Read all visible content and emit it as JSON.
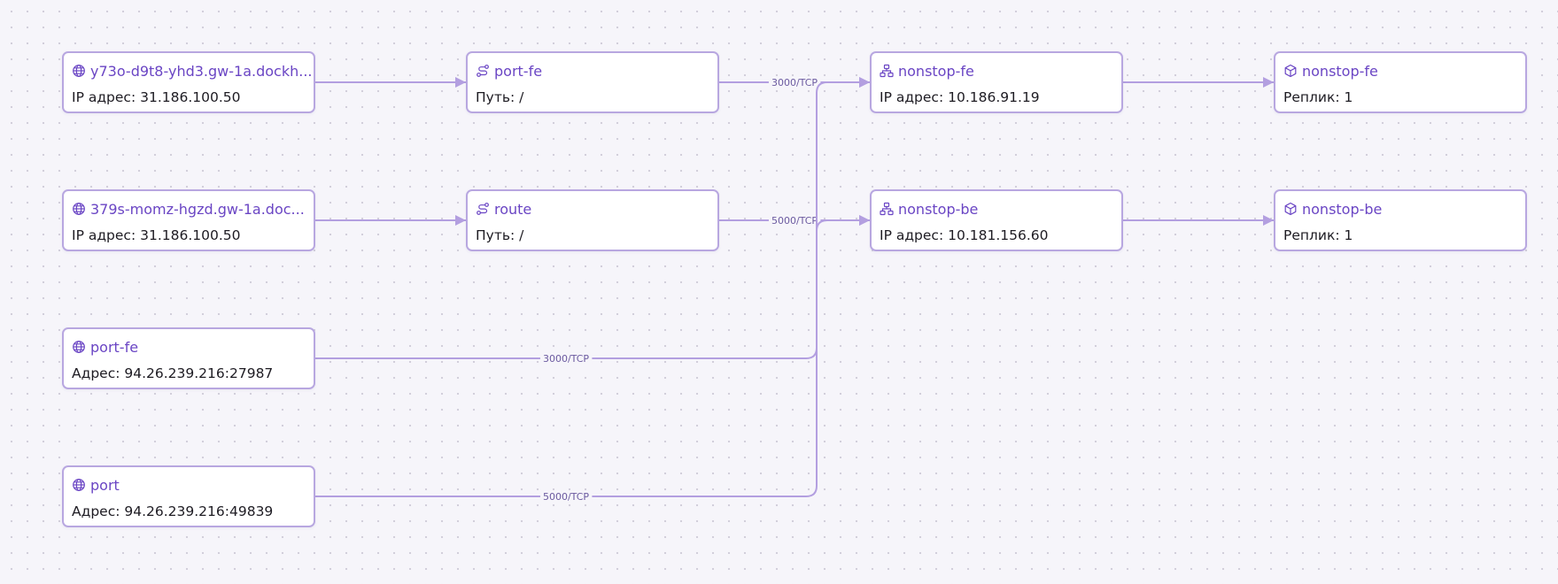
{
  "colors": {
    "accent": "#6a45c4",
    "edge": "#b39fe0",
    "node_border": "#b8a7e0",
    "background": "#f6f5fa"
  },
  "nodes": {
    "ingress1": {
      "icon": "globe-icon",
      "title": "y73o-d9t8-yhd3.gw-1a.dockh...",
      "subtitle": "IP адрес: 31.186.100.50"
    },
    "ingress2": {
      "icon": "globe-icon",
      "title": "379s-momz-hgzd.gw-1a.doc...",
      "subtitle": "IP адрес: 31.186.100.50"
    },
    "tcp1": {
      "icon": "globe-icon",
      "title": "port-fe",
      "subtitle": "Адрес: 94.26.239.216:27987"
    },
    "tcp2": {
      "icon": "globe-icon",
      "title": "port",
      "subtitle": "Адрес: 94.26.239.216:49839"
    },
    "route1": {
      "icon": "route-icon",
      "title": "port-fe",
      "subtitle": "Путь: /"
    },
    "route2": {
      "icon": "route-icon",
      "title": "route",
      "subtitle": "Путь: /"
    },
    "svc1": {
      "icon": "network-icon",
      "title": "nonstop-fe",
      "subtitle": "IP адрес: 10.186.91.19"
    },
    "svc2": {
      "icon": "network-icon",
      "title": "nonstop-be",
      "subtitle": "IP адрес: 10.181.156.60"
    },
    "app1": {
      "icon": "box-icon",
      "title": "nonstop-fe",
      "subtitle": "Реплик: 1"
    },
    "app2": {
      "icon": "box-icon",
      "title": "nonstop-be",
      "subtitle": "Реплик: 1"
    }
  },
  "edges": [
    {
      "from": "ingress1",
      "to": "route1",
      "label": ""
    },
    {
      "from": "ingress2",
      "to": "route2",
      "label": ""
    },
    {
      "from": "route1",
      "to": "svc1",
      "label": "3000/TCP"
    },
    {
      "from": "route2",
      "to": "svc2",
      "label": "5000/TCP"
    },
    {
      "from": "tcp1",
      "to": "svc1",
      "label": "3000/TCP"
    },
    {
      "from": "tcp2",
      "to": "svc2",
      "label": "5000/TCP"
    },
    {
      "from": "svc1",
      "to": "app1",
      "label": ""
    },
    {
      "from": "svc2",
      "to": "app2",
      "label": ""
    }
  ]
}
